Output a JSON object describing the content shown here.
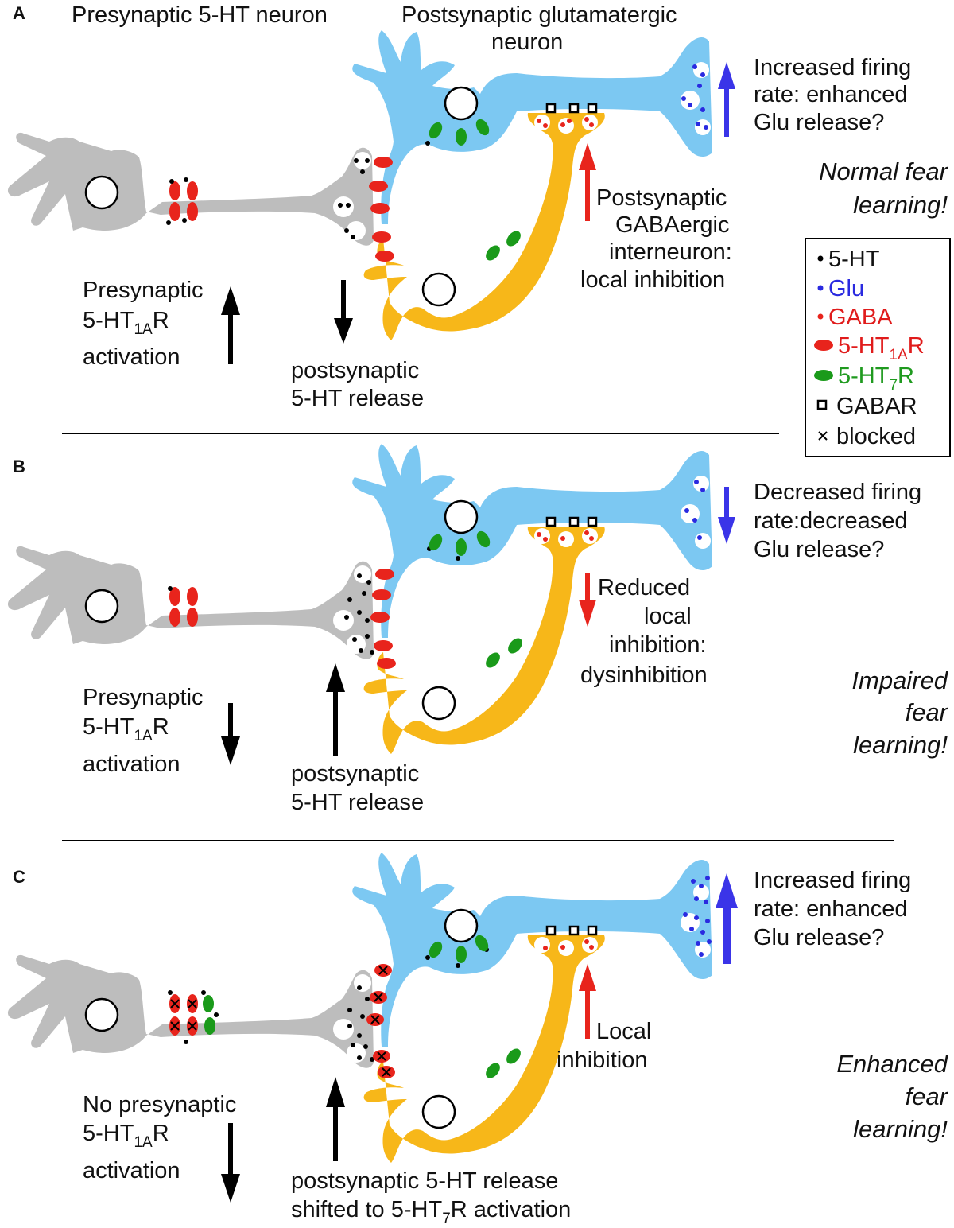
{
  "headers": {
    "pre": "Presynaptic 5-HT neuron",
    "post1": "Postsynaptic glutamatergic",
    "post2": "neuron"
  },
  "panels": [
    {
      "letter": "A",
      "glu1": "Increased firing",
      "glu2": "rate: enhanced",
      "glu3": "Glu release?",
      "inh1": "Postsynaptic",
      "inh2": "GABAergic",
      "inh3": "interneuron:",
      "inh4": "local inhibition",
      "pre1": "Presynaptic",
      "pre2a": "5-HT",
      "pre2sub": "1A",
      "pre2b": "R",
      "pre3": "activation",
      "rel1": "postsynaptic",
      "rel2": "5-HT release",
      "out1": "Normal fear",
      "out2": "learning!"
    },
    {
      "letter": "B",
      "glu1": "Decreased firing",
      "glu2": "rate:decreased",
      "glu3": "Glu release?",
      "inh1": "Reduced",
      "inh2": "local",
      "inh3": "inhibition:",
      "inh4": "dysinhibition",
      "pre1": "Presynaptic",
      "pre2a": "5-HT",
      "pre2sub": "1A",
      "pre2b": "R",
      "pre3": "activation",
      "rel1": "postsynaptic",
      "rel2": "5-HT release",
      "out1": "Impaired",
      "out2": "fear",
      "out3": "learning!"
    },
    {
      "letter": "C",
      "glu1": "Increased firing",
      "glu2": "rate: enhanced",
      "glu3": "Glu release?",
      "inh1": "Local",
      "inh2": "inhibition",
      "pre1": "No presynaptic",
      "pre2a": "5-HT",
      "pre2sub": "1A",
      "pre2b": "R",
      "pre3": "activation",
      "rel1": "postsynaptic 5-HT release",
      "rel2a": "shifted to 5-HT",
      "rel2sub": "7",
      "rel2b": "R activation",
      "out1": "Enhanced",
      "out2": "fear",
      "out3": "learning!"
    }
  ],
  "legend": {
    "ht": "5-HT",
    "glu": "Glu",
    "gaba": "GABA",
    "r1a_a": "5-HT",
    "r1a_sub": "1A",
    "r1a_b": "R",
    "r7_a": "5-HT",
    "r7_sub": "7",
    "r7_b": "R",
    "gabar": "GABAR",
    "blocked": "blocked"
  },
  "colors": {
    "presynaptic_neuron": "#bdbdbd",
    "glutamatergic_neuron": "#7cc8f2",
    "gabaergic_interneuron": "#f7b719",
    "receptor_5ht1a": "#e8241c",
    "receptor_5ht7": "#1a9a1a",
    "glutamate": "#2a2ae0",
    "up_arrow_red": "#e8241c",
    "up_arrow_blue": "#3a34e8"
  }
}
